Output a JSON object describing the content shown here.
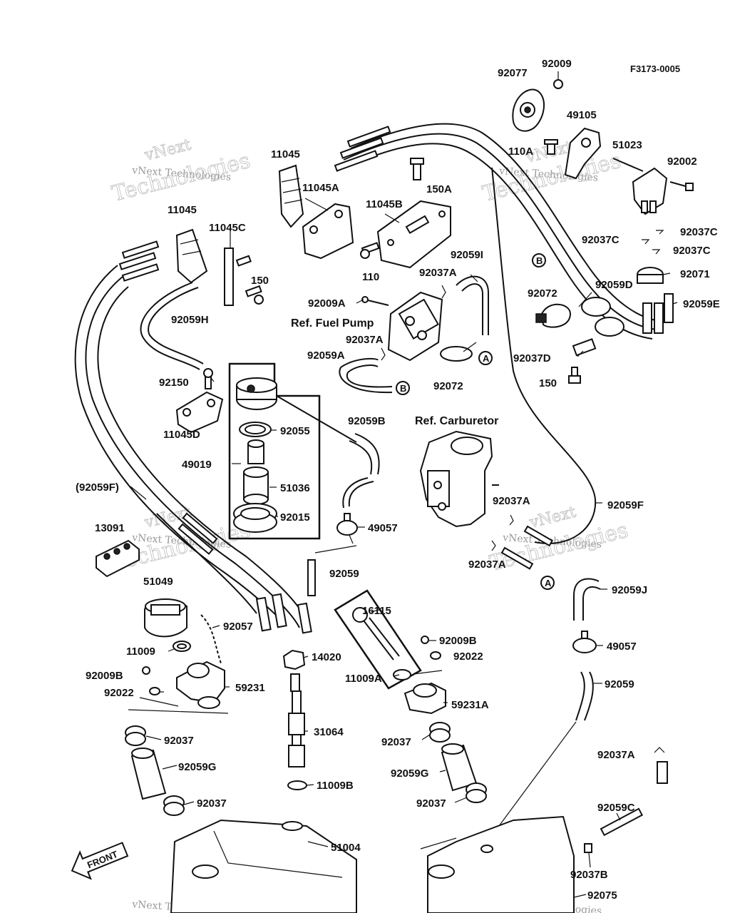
{
  "figure_code": "F3173-0005",
  "watermark": {
    "line1": "vNext",
    "line2": "vNext Technologies",
    "line3": "Technologies"
  },
  "front_arrow": "FRONT",
  "references": {
    "fuel_pump": "Ref. Fuel Pump",
    "carburetor": "Ref. Carburetor"
  },
  "connectors": {
    "a": "A",
    "b": "B"
  },
  "callouts": {
    "p92077": "92077",
    "p92009": "92009",
    "p49105": "49105",
    "p110A": "110A",
    "p51023": "51023",
    "p92002": "92002",
    "p11045_top": "11045",
    "p11045A": "11045A",
    "p150A": "150A",
    "p11045B": "11045B",
    "p11045_mid": "11045",
    "p11045C": "11045C",
    "p150_mid": "150",
    "p110": "110",
    "p92059I": "92059I",
    "p92037A_1": "92037A",
    "p92037C_1": "92037C",
    "p92037C_2": "92037C",
    "p92037C_3": "92037C",
    "p92071": "92071",
    "p92059D": "92059D",
    "p92072_top": "92072",
    "p92059E": "92059E",
    "p92059H": "92059H",
    "p92009A": "92009A",
    "p92037A_2": "92037A",
    "p92059A": "92059A",
    "p92072_low": "92072",
    "p92037D": "92037D",
    "p150_low": "150",
    "p92150": "92150",
    "p11045D": "11045D",
    "p92055": "92055",
    "p49019": "49019",
    "p51036": "51036",
    "p92015": "92015",
    "p92059B": "92059B",
    "p92037A_3": "92037A",
    "p92059F_right": "92059F",
    "p92059F_left": "(92059F)",
    "p49057_mid": "49057",
    "p92037A_4": "92037A",
    "p13091": "13091",
    "p92059_mid": "92059",
    "p51049": "51049",
    "p92057": "92057",
    "p16115": "16115",
    "p92059J": "92059J",
    "p11009": "11009",
    "p92009B_1": "92009B",
    "p92022_1": "92022",
    "p14020": "14020",
    "p92009B_2": "92009B",
    "p92022_2": "92022",
    "p11009A": "11009A",
    "p49057_low": "49057",
    "p59231": "59231",
    "p59231A": "59231A",
    "p92059_low": "92059",
    "p31064": "31064",
    "p92037_1": "92037",
    "p92037_2": "92037",
    "p92037A_5": "92037A",
    "p92059G_1": "92059G",
    "p92059G_2": "92059G",
    "p11009B": "11009B",
    "p92037_3": "92037",
    "p92037_4": "92037",
    "p92059C": "92059C",
    "p51004": "51004",
    "p92037B": "92037B",
    "p92075": "92075"
  },
  "colors": {
    "ink": "#111111",
    "watermark": "#bdbdbd",
    "background": "#ffffff"
  }
}
